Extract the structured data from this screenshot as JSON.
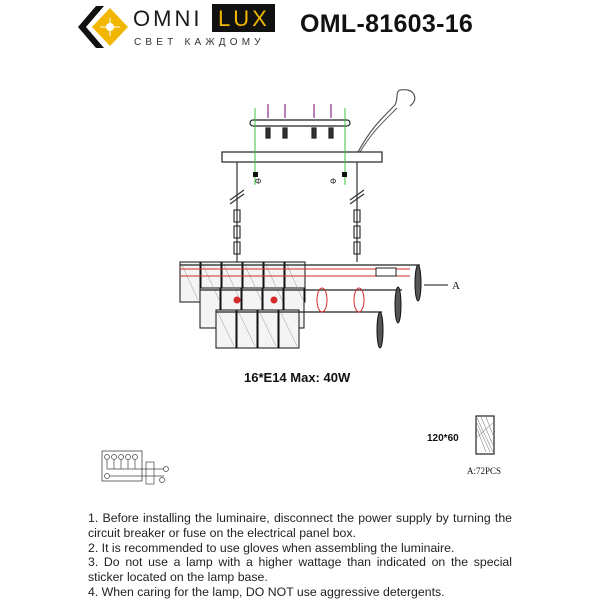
{
  "header": {
    "brand_omni": "OMNI",
    "brand_lux": "LUX",
    "brand_tagline": "СВЕТ КАЖДОМУ",
    "model_number": "OML-81603-16",
    "logo_icon": "diamond-sun-logo-icon"
  },
  "colors": {
    "brand_yellow": "#f1b700",
    "brand_black": "#111111",
    "guide_green": "#3ec43e",
    "bulb_red": "#d62b2b"
  },
  "drawing": {
    "callout_label": "A",
    "lamp_spec": "16*E14 Max: 40W"
  },
  "crystal": {
    "size": "120*60",
    "count": "A:72PCS"
  },
  "notes": [
    "1. Before installing the luminaire, disconnect the power supply by turning the circuit breaker or fuse on the electrical panel box.",
    "2. It is recommended to use gloves when assembling the luminaire.",
    "3. Do not use a lamp with a higher wattage than indicated on the special sticker located on the lamp base.",
    "4. When caring for the lamp, DO NOT use aggressive detergents."
  ]
}
